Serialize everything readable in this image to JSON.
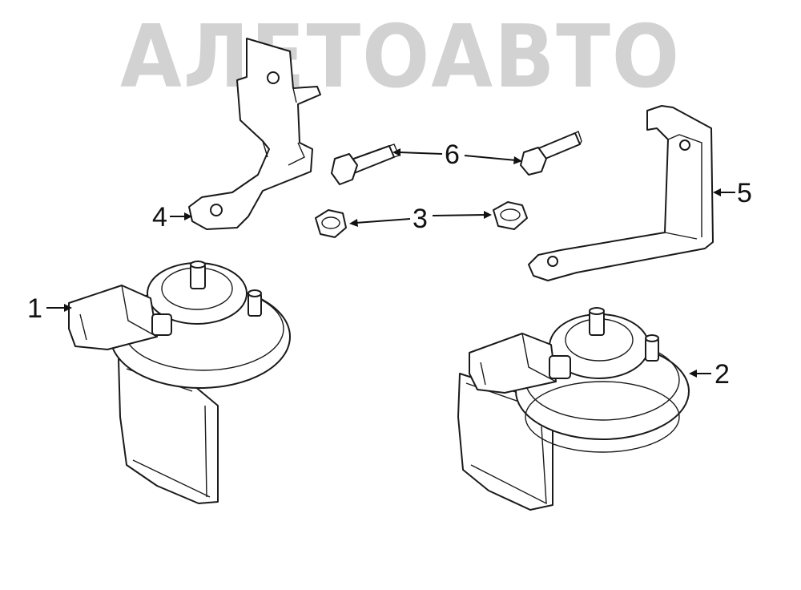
{
  "watermark": {
    "text": "АЛЕТОАВТО"
  },
  "callouts": [
    {
      "id": "1",
      "label": "1"
    },
    {
      "id": "2",
      "label": "2"
    },
    {
      "id": "3",
      "label": "3"
    },
    {
      "id": "4",
      "label": "4"
    },
    {
      "id": "5",
      "label": "5"
    },
    {
      "id": "6",
      "label": "6"
    }
  ],
  "parts": [
    {
      "callout": "1",
      "name": "horn-left",
      "icon": "horn-icon"
    },
    {
      "callout": "2",
      "name": "horn-right",
      "icon": "horn-icon"
    },
    {
      "callout": "3",
      "name": "nut",
      "icon": "hex-nut-icon",
      "count": 2
    },
    {
      "callout": "4",
      "name": "bracket-left",
      "icon": "bracket-icon"
    },
    {
      "callout": "5",
      "name": "bracket-right",
      "icon": "bracket-icon"
    },
    {
      "callout": "6",
      "name": "bolt",
      "icon": "flange-bolt-icon",
      "count": 2
    }
  ]
}
